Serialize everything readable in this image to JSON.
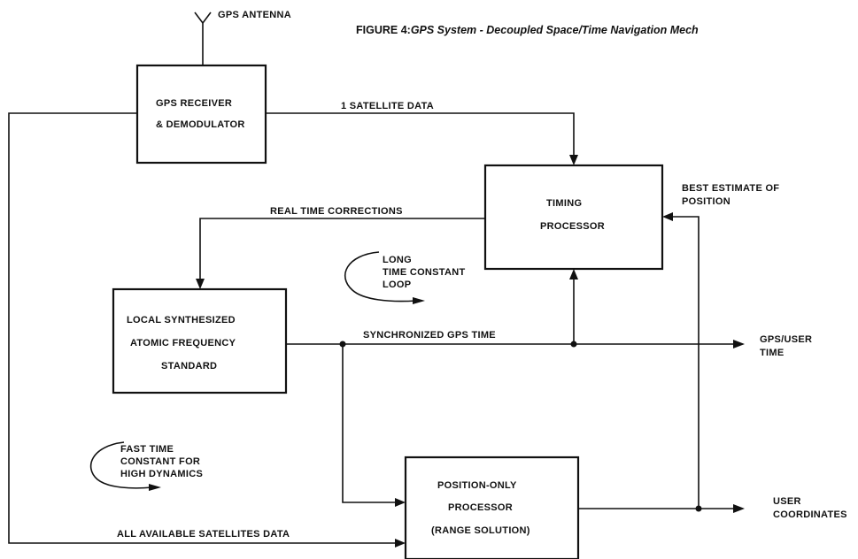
{
  "figure": {
    "title_prefix": "FIGURE 4:",
    "title_italic": "GPS System - Decoupled Space/Time Navigation Mech",
    "accent_color": "#111111"
  },
  "antenna": {
    "label": "GPS ANTENNA"
  },
  "blocks": {
    "receiver": [
      "GPS RECEIVER",
      "& DEMODULATOR"
    ],
    "timing": [
      "TIMING",
      "PROCESSOR"
    ],
    "oscillator": [
      "LOCAL SYNTHESIZED",
      "ATOMIC FREQUENCY",
      "STANDARD"
    ],
    "position": [
      "POSITION-ONLY",
      "PROCESSOR",
      "(RANGE SOLUTION)"
    ]
  },
  "signals": {
    "one_satellite": "1 SATELLITE DATA",
    "corrections": "REAL TIME CORRECTIONS",
    "sync_time": "SYNCHRONIZED GPS TIME",
    "all_satellites": "ALL AVAILABLE SATELLITES DATA",
    "best_estimate": [
      "BEST ESTIMATE OF",
      "POSITION"
    ],
    "gps_user_time": [
      "GPS/USER",
      "TIME"
    ],
    "user_coordinates": [
      "USER",
      "COORDINATES"
    ]
  },
  "loops": {
    "long": [
      "LONG",
      "TIME CONSTANT",
      "LOOP"
    ],
    "fast": [
      "FAST TIME",
      "CONSTANT FOR",
      "HIGH DYNAMICS"
    ]
  }
}
